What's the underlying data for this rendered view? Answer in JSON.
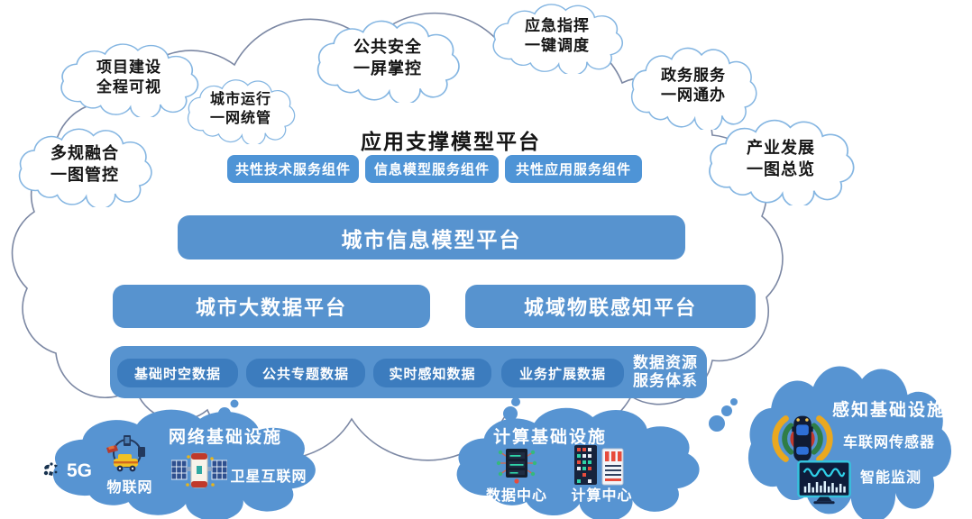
{
  "diagram_title": "应用支撑模型平台",
  "top_clouds": [
    {
      "line1": "项目建设",
      "line2": "全程可视"
    },
    {
      "line1": "城市运行",
      "line2": "一网统管"
    },
    {
      "line1": "公共安全",
      "line2": "一屏掌控"
    },
    {
      "line1": "应急指挥",
      "line2": "一键调度"
    },
    {
      "line1": "政务服务",
      "line2": "一网通办"
    },
    {
      "line1": "产业发展",
      "line2": "一图总览"
    },
    {
      "line1": "多规融合",
      "line2": "一图管控"
    }
  ],
  "platform": {
    "components": [
      "共性技术服务组件",
      "信息模型服务组件",
      "共性应用服务组件"
    ],
    "cim_bar": "城市信息模型平台",
    "bigdata_bar": "城市大数据平台",
    "iot_bar": "城域物联感知平台",
    "data_boxes": [
      "基础时空数据",
      "公共专题数据",
      "实时感知数据",
      "业务扩展数据"
    ],
    "data_system": {
      "line1": "数据资源",
      "line2": "服务体系"
    }
  },
  "infrastructure": {
    "network": {
      "title": "网络基础设施",
      "items": [
        {
          "label": "5G"
        },
        {
          "label": "物联网"
        },
        {
          "label": "卫星互联网"
        }
      ]
    },
    "compute": {
      "title": "计算基础设施",
      "items": [
        {
          "label": "数据中心"
        },
        {
          "label": "计算中心"
        }
      ]
    },
    "sensing": {
      "title": "感知基础设施",
      "items": [
        {
          "label": "车联网传感器"
        },
        {
          "label": "智能监测"
        }
      ]
    }
  },
  "colors": {
    "bar_blue": "#5793CF",
    "button_blue": "#4E94D6",
    "data_box_blue": "#3C7CBE",
    "cloud_fill_blue": "#5794D2",
    "small_cloud_outline": "#85B6E2",
    "big_cloud_outline": "#7B87A3"
  }
}
